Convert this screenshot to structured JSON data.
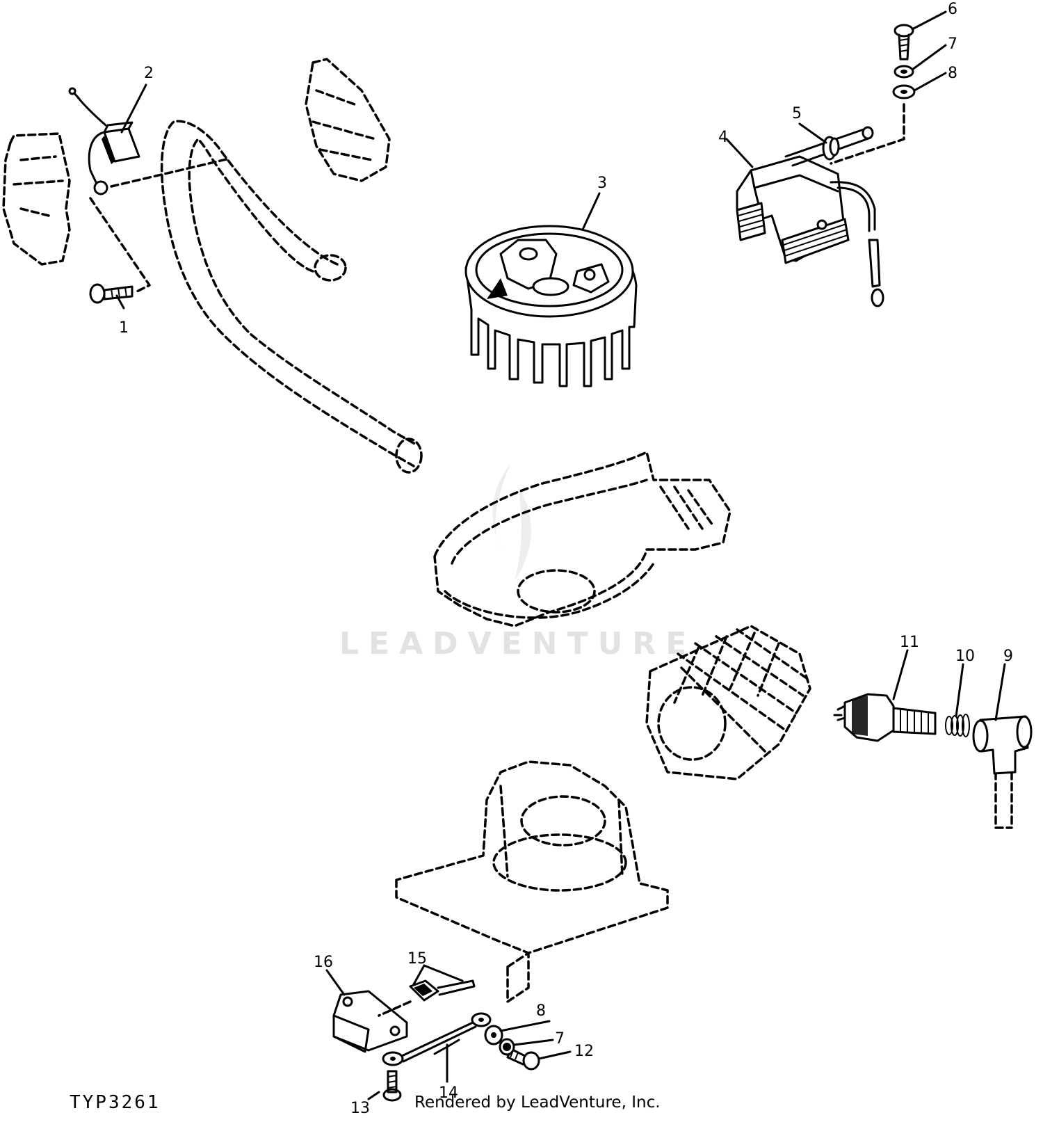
{
  "callouts": [
    {
      "id": "c1",
      "label": "1"
    },
    {
      "id": "c2",
      "label": "2"
    },
    {
      "id": "c3",
      "label": "3"
    },
    {
      "id": "c4",
      "label": "4"
    },
    {
      "id": "c5",
      "label": "5"
    },
    {
      "id": "c6",
      "label": "6"
    },
    {
      "id": "c7a",
      "label": "7"
    },
    {
      "id": "c8a",
      "label": "8"
    },
    {
      "id": "c9",
      "label": "9"
    },
    {
      "id": "c10",
      "label": "10"
    },
    {
      "id": "c11",
      "label": "11"
    },
    {
      "id": "c12",
      "label": "12"
    },
    {
      "id": "c13",
      "label": "13"
    },
    {
      "id": "c14",
      "label": "14"
    },
    {
      "id": "c15",
      "label": "15"
    },
    {
      "id": "c16",
      "label": "16"
    },
    {
      "id": "c7b",
      "label": "7"
    },
    {
      "id": "c8b",
      "label": "8"
    }
  ],
  "figure_id": "TYP3261",
  "watermark": "LEADVENTURE",
  "render_credit": "Rendered by LeadVenture, Inc."
}
